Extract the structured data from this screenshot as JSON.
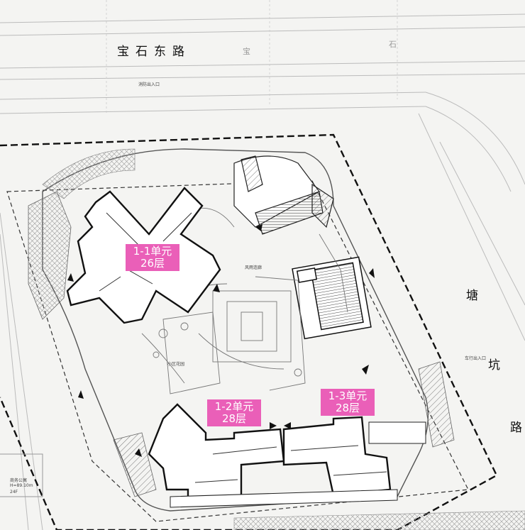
{
  "roads": {
    "north": "宝石东路",
    "north_fragment_1": "宝",
    "north_fragment_2": "石",
    "east_1": "塘",
    "east_2": "坑",
    "east_3": "路"
  },
  "units": [
    {
      "name": "1-1单元",
      "floors": "26层"
    },
    {
      "name": "1-2单元",
      "floors": "28层"
    },
    {
      "name": "1-3单元",
      "floors": "28层"
    }
  ],
  "notes": {
    "entrance_top": "消防出入口",
    "entrance_east": "车行出入口",
    "west_building_1": "商务公寓",
    "west_building_2": "H=89.10m",
    "west_building_3": "24F",
    "plaza": "小区花园",
    "court": "风雨连廊"
  },
  "colors": {
    "tag_bg": "#ea5fb8",
    "line": "#222222",
    "hatch": "#555555",
    "background": "#f4f4f2"
  }
}
